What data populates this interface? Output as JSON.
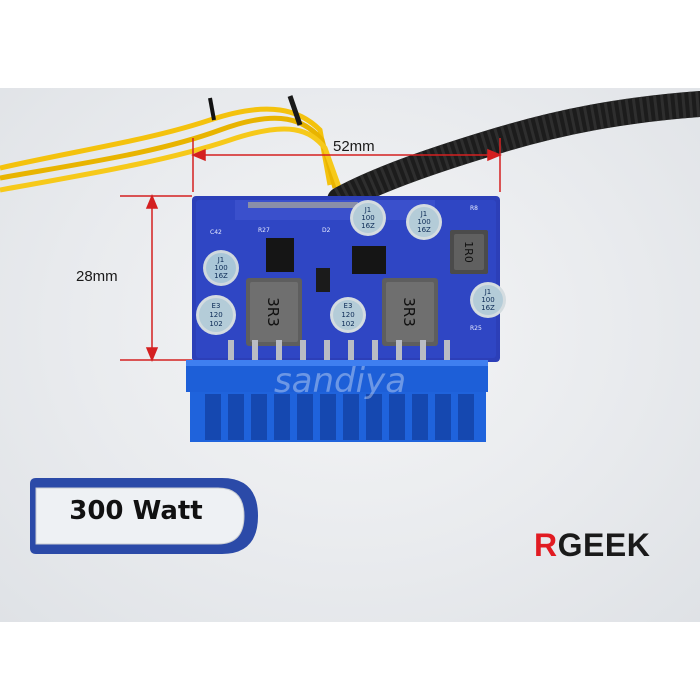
{
  "dimensions": {
    "width_label": "52mm",
    "height_label": "28mm"
  },
  "badge": {
    "text": "300 Watt"
  },
  "brand": {
    "first_letter": "R",
    "rest": "GEEK",
    "first_letter_color": "#e11b22"
  },
  "watermark": {
    "text": "sandiya"
  },
  "components": {
    "inductor_left": "3R3",
    "inductor_right": "3R3",
    "inductor_small": "1R0",
    "cap_e3_left": [
      "E3",
      "120",
      "102"
    ],
    "cap_e3_mid": [
      "E3",
      "120",
      "102"
    ],
    "cap_j1_left": [
      "J1",
      "100",
      "16Z"
    ],
    "cap_j1_top": [
      "J1",
      "100",
      "16Z"
    ],
    "cap_j1_top_right": [
      "J1",
      "100",
      "16Z"
    ],
    "cap_j1_right": [
      "J1",
      "100",
      "16Z"
    ],
    "silk_c42": "C42",
    "silk_r27": "R27",
    "silk_r25": "R25",
    "silk_r8": "R8",
    "silk_d2": "D2"
  }
}
